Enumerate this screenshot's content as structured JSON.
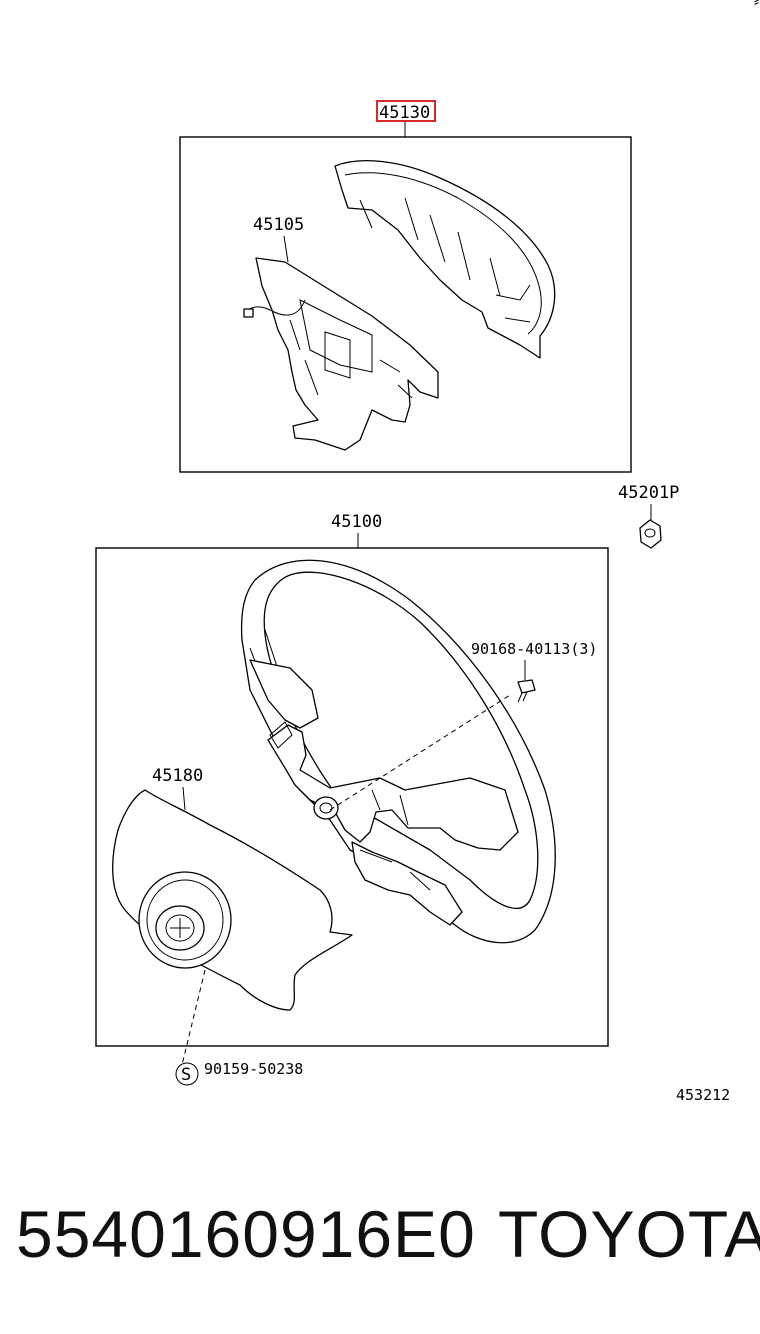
{
  "diagram": {
    "parts": {
      "p45130": "45130",
      "p45105": "45105",
      "p45201p": "45201P",
      "p45100": "45100",
      "p90168": "90168-40113(3)",
      "p45180": "45180",
      "p90159": "90159-50238",
      "s_mark": "S"
    },
    "figure_id": "453212",
    "corner_mark": "⸗",
    "highlight_color": "#d62a2a"
  },
  "footer": {
    "part_number": "5540160916E0",
    "brand": "TOYOTA"
  }
}
